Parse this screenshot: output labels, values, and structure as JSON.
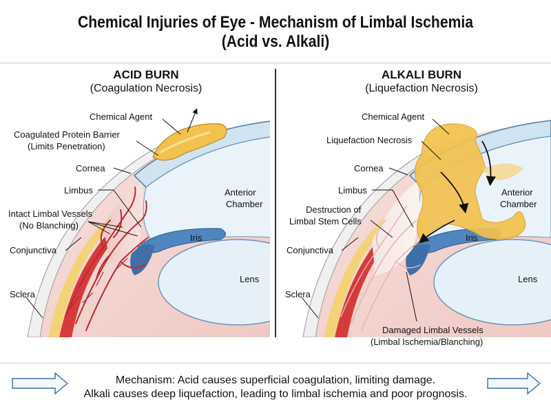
{
  "title": {
    "line1": "Chemical Injuries of Eye - Mechanism of Limbal Ischemia",
    "line2": "(Acid vs. Alkali)"
  },
  "acid": {
    "heading": "ACID BURN",
    "subheading": "(Coagulation Necrosis)",
    "labels": {
      "chemical_agent": "Chemical Agent",
      "barrier_1": "Coagulated Protein Barrier",
      "barrier_2": "(Limits Penetration)",
      "cornea": "Cornea",
      "limbus": "Limbus",
      "vessels_1": "Intact Limbal Vessels",
      "vessels_2": "(No Blanching)",
      "conjunctiva": "Conjunctiva",
      "sclera": "Sclera",
      "anterior_1": "Anterior",
      "anterior_2": "Chamber",
      "iris": "Iris",
      "lens": "Lens"
    }
  },
  "alkali": {
    "heading": "ALKALI BURN",
    "subheading": "(Liquefaction Necrosis)",
    "labels": {
      "chemical_agent": "Chemical Agent",
      "liquefaction": "Liquefaction Necrosis",
      "cornea": "Cornea",
      "limbus": "Limbus",
      "destruction_1": "Destruction of",
      "destruction_2": "Limbal Stem Cells",
      "conjunctiva": "Conjunctiva",
      "sclera": "Sclera",
      "anterior_1": "Anterior",
      "anterior_2": "Chamber",
      "iris": "Iris",
      "lens": "Lens",
      "damaged_1": "Damaged Limbal Vessels",
      "damaged_2": "(Limbal Ischemia/Blanching)"
    }
  },
  "mechanism": {
    "line1": "Mechanism: Acid causes superficial coagulation, limiting damage.",
    "line2": "Alkali causes deep liquefaction, leading to limbal ischemia and poor prognosis."
  },
  "colors": {
    "sclera": "#f4d6d3",
    "cornea": "#cfe3f1",
    "chamber": "#eaf3fa",
    "iris": "#4f86c0",
    "lens": "#e6f0f8",
    "vessel": "#c0282c",
    "chemical": "#f2c14e"
  }
}
